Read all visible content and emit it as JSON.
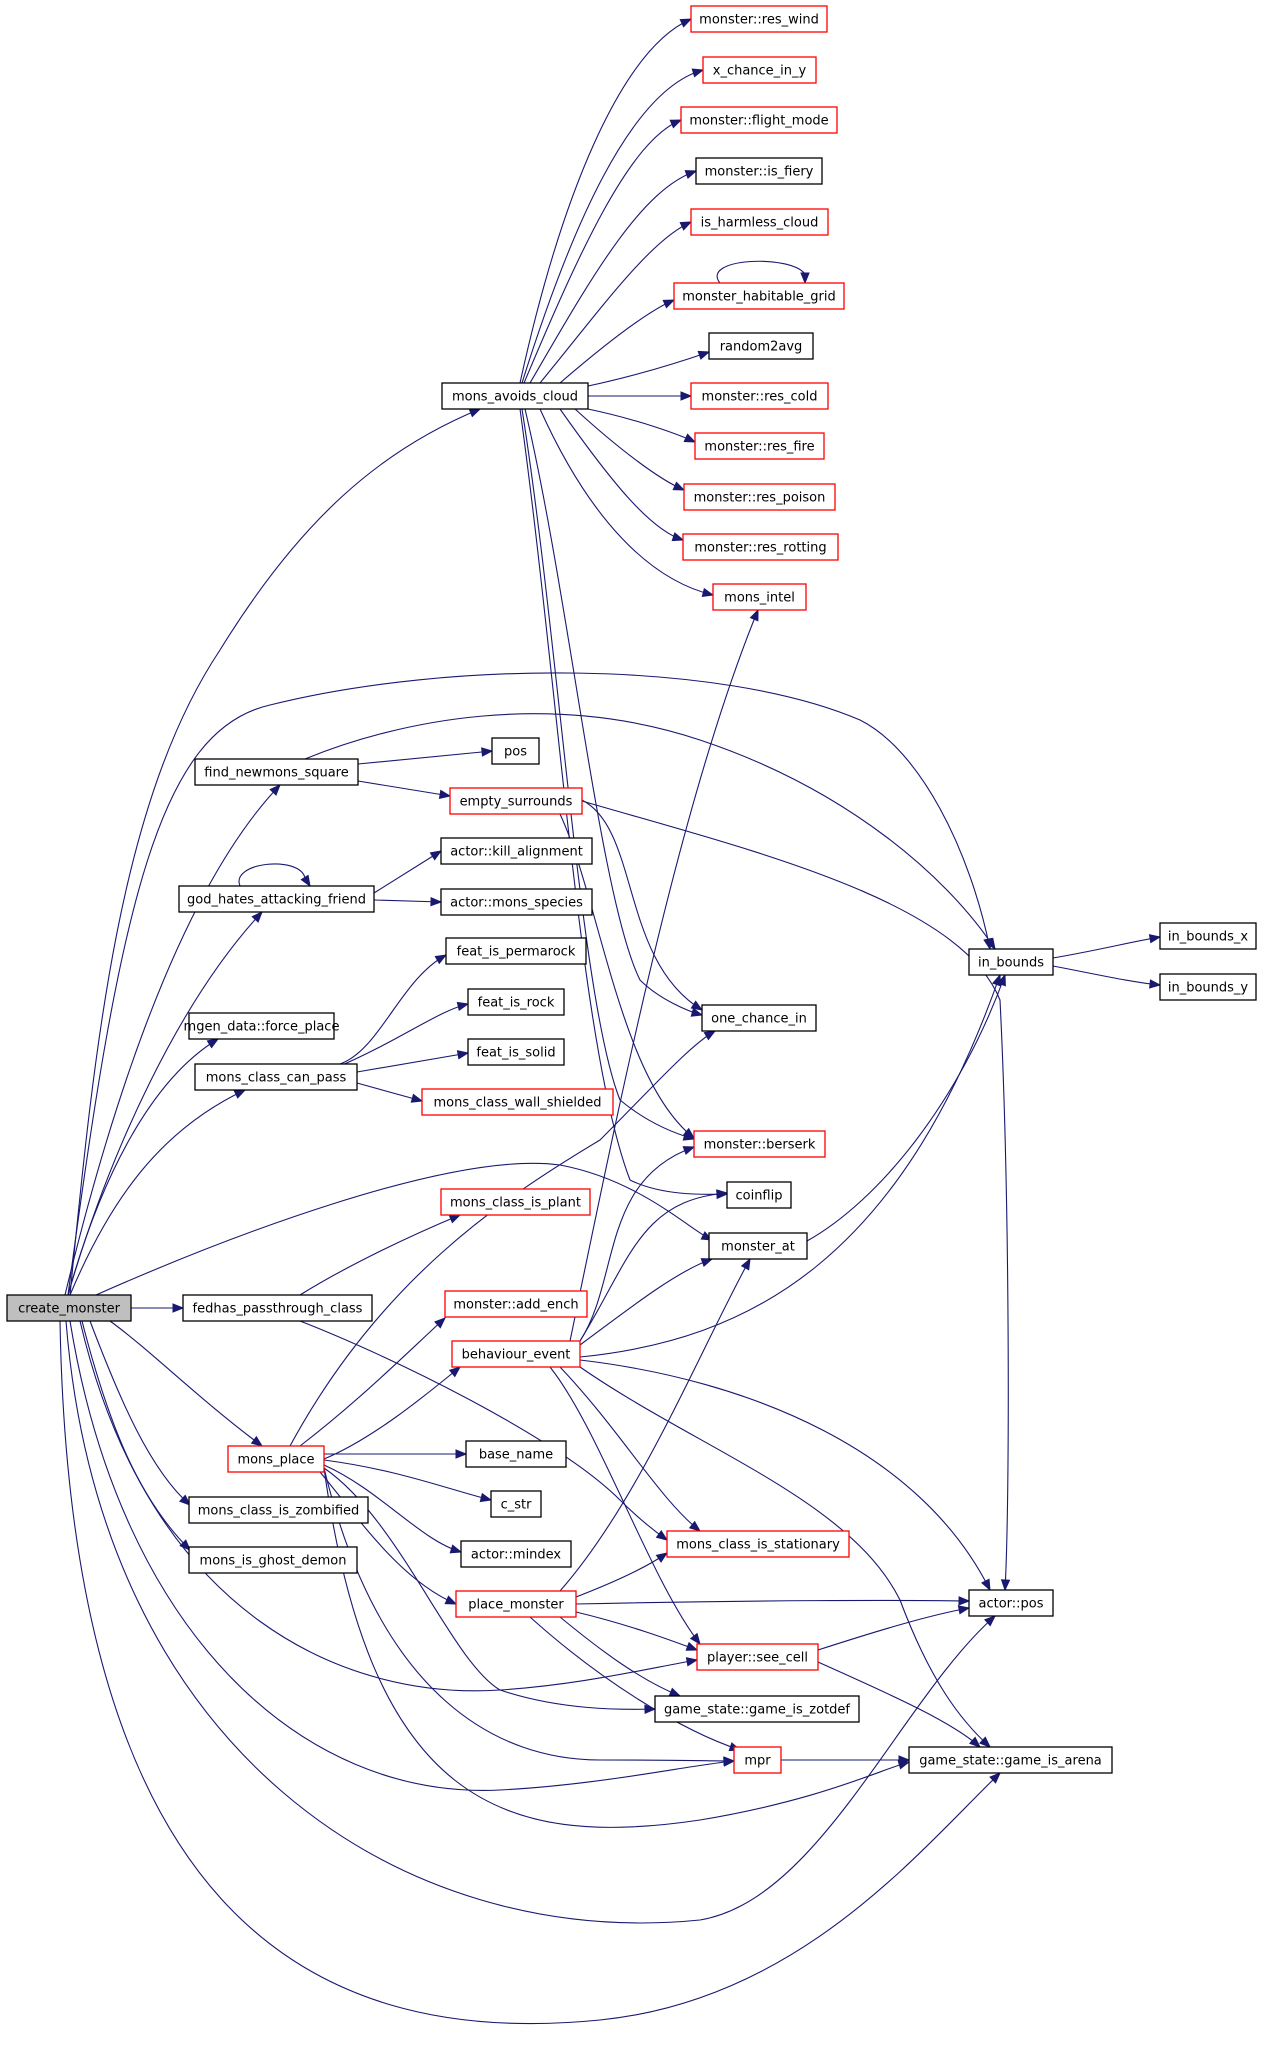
{
  "graph": {
    "colors": {
      "edge": "#191970",
      "linked_border": "#000000",
      "unresolved_border": "#ff0000",
      "root_fill": "#bfbfbf"
    },
    "nodes": [
      {
        "id": "create_monster",
        "label": "create_monster",
        "kind": "root"
      },
      {
        "id": "mons_avoids_cloud",
        "label": "mons_avoids_cloud",
        "kind": "black"
      },
      {
        "id": "find_newmons_square",
        "label": "find_newmons_square",
        "kind": "black"
      },
      {
        "id": "god_hates_attacking_friend",
        "label": "god_hates_attacking_friend",
        "kind": "black"
      },
      {
        "id": "mgen_data_force_place",
        "label": "mgen_data::force_place",
        "kind": "black"
      },
      {
        "id": "mons_class_can_pass",
        "label": "mons_class_can_pass",
        "kind": "black"
      },
      {
        "id": "fedhas_passthrough_class",
        "label": "fedhas_passthrough_class",
        "kind": "black"
      },
      {
        "id": "mons_place",
        "label": "mons_place",
        "kind": "red"
      },
      {
        "id": "mons_class_is_zombified",
        "label": "mons_class_is_zombified",
        "kind": "black"
      },
      {
        "id": "mons_is_ghost_demon",
        "label": "mons_is_ghost_demon",
        "kind": "black"
      },
      {
        "id": "monster_res_wind",
        "label": "monster::res_wind",
        "kind": "red"
      },
      {
        "id": "x_chance_in_y",
        "label": "x_chance_in_y",
        "kind": "red"
      },
      {
        "id": "monster_flight_mode",
        "label": "monster::flight_mode",
        "kind": "red"
      },
      {
        "id": "monster_is_fiery",
        "label": "monster::is_fiery",
        "kind": "black"
      },
      {
        "id": "is_harmless_cloud",
        "label": "is_harmless_cloud",
        "kind": "red"
      },
      {
        "id": "monster_habitable_grid",
        "label": "monster_habitable_grid",
        "kind": "red"
      },
      {
        "id": "random2avg",
        "label": "random2avg",
        "kind": "black"
      },
      {
        "id": "monster_res_cold",
        "label": "monster::res_cold",
        "kind": "red"
      },
      {
        "id": "monster_res_fire",
        "label": "monster::res_fire",
        "kind": "red"
      },
      {
        "id": "monster_res_poison",
        "label": "monster::res_poison",
        "kind": "red"
      },
      {
        "id": "monster_res_rotting",
        "label": "monster::res_rotting",
        "kind": "red"
      },
      {
        "id": "mons_intel",
        "label": "mons_intel",
        "kind": "red"
      },
      {
        "id": "pos",
        "label": "pos",
        "kind": "black"
      },
      {
        "id": "empty_surrounds",
        "label": "empty_surrounds",
        "kind": "red"
      },
      {
        "id": "actor_kill_alignment",
        "label": "actor::kill_alignment",
        "kind": "black"
      },
      {
        "id": "actor_mons_species",
        "label": "actor::mons_species",
        "kind": "black"
      },
      {
        "id": "feat_is_permarock",
        "label": "feat_is_permarock",
        "kind": "black"
      },
      {
        "id": "feat_is_rock",
        "label": "feat_is_rock",
        "kind": "black"
      },
      {
        "id": "feat_is_solid",
        "label": "feat_is_solid",
        "kind": "black"
      },
      {
        "id": "mons_class_wall_shielded",
        "label": "mons_class_wall_shielded",
        "kind": "red"
      },
      {
        "id": "mons_class_is_plant",
        "label": "mons_class_is_plant",
        "kind": "red"
      },
      {
        "id": "monster_add_ench",
        "label": "monster::add_ench",
        "kind": "red"
      },
      {
        "id": "behaviour_event",
        "label": "behaviour_event",
        "kind": "red"
      },
      {
        "id": "base_name",
        "label": "base_name",
        "kind": "black"
      },
      {
        "id": "c_str",
        "label": "c_str",
        "kind": "black"
      },
      {
        "id": "actor_mindex",
        "label": "actor::mindex",
        "kind": "black"
      },
      {
        "id": "place_monster",
        "label": "place_monster",
        "kind": "red"
      },
      {
        "id": "one_chance_in",
        "label": "one_chance_in",
        "kind": "black"
      },
      {
        "id": "monster_berserk",
        "label": "monster::berserk",
        "kind": "red"
      },
      {
        "id": "coinflip",
        "label": "coinflip",
        "kind": "black"
      },
      {
        "id": "monster_at",
        "label": "monster_at",
        "kind": "black"
      },
      {
        "id": "mons_class_is_stationary",
        "label": "mons_class_is_stationary",
        "kind": "red"
      },
      {
        "id": "player_see_cell",
        "label": "player::see_cell",
        "kind": "red"
      },
      {
        "id": "game_state_game_is_zotdef",
        "label": "game_state::game_is_zotdef",
        "kind": "black"
      },
      {
        "id": "mpr",
        "label": "mpr",
        "kind": "red"
      },
      {
        "id": "in_bounds",
        "label": "in_bounds",
        "kind": "black"
      },
      {
        "id": "in_bounds_x",
        "label": "in_bounds_x",
        "kind": "black"
      },
      {
        "id": "in_bounds_y",
        "label": "in_bounds_y",
        "kind": "black"
      },
      {
        "id": "actor_pos",
        "label": "actor::pos",
        "kind": "black"
      },
      {
        "id": "game_state_game_is_arena",
        "label": "game_state::game_is_arena",
        "kind": "black"
      }
    ]
  }
}
